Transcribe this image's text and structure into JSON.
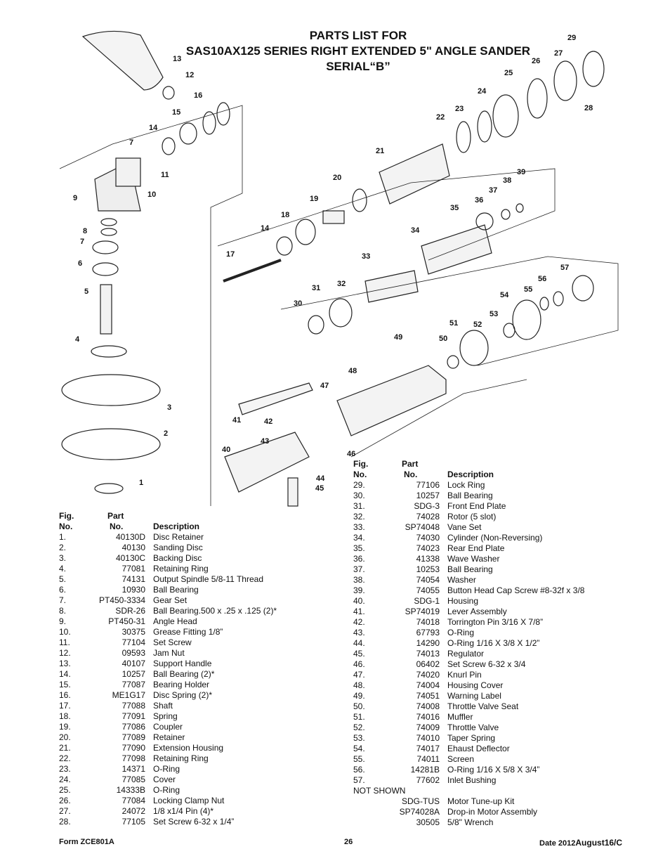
{
  "title": {
    "line1": "PARTS LIST FOR",
    "line2": "SAS10AX125 SERIES RIGHT EXTENDED 5\" ANGLE SANDER",
    "line3": "SERIAL“B”"
  },
  "diagram_callouts": [
    "1",
    "2",
    "3",
    "4",
    "5",
    "6",
    "7",
    "7",
    "8",
    "9",
    "10",
    "11",
    "12",
    "13",
    "14",
    "14",
    "15",
    "16",
    "17",
    "18",
    "19",
    "20",
    "21",
    "22",
    "23",
    "24",
    "25",
    "26",
    "27",
    "28",
    "29",
    "30",
    "31",
    "32",
    "33",
    "34",
    "35",
    "36",
    "37",
    "38",
    "39",
    "40",
    "41",
    "42",
    "43",
    "44",
    "45",
    "46",
    "47",
    "48",
    "49",
    "50",
    "51",
    "52",
    "53",
    "54",
    "55",
    "56",
    "57"
  ],
  "table_headers": {
    "fig_top": "Fig.",
    "fig_bottom": "No.",
    "part_top": "Part",
    "part_bottom": "No.",
    "description": "Description"
  },
  "parts_left": [
    {
      "fig": "1.",
      "part": "40130D",
      "desc": "Disc Retainer"
    },
    {
      "fig": "2.",
      "part": "40130",
      "desc": "Sanding Disc"
    },
    {
      "fig": "3.",
      "part": "40130C",
      "desc": "Backing Disc"
    },
    {
      "fig": "4.",
      "part": "77081",
      "desc": "Retaining Ring"
    },
    {
      "fig": "5.",
      "part": "74131",
      "desc": "Output Spindle 5/8-11 Thread"
    },
    {
      "fig": "6.",
      "part": "10930",
      "desc": "Ball Bearing"
    },
    {
      "fig": "7.",
      "part": "PT450-3334",
      "desc": "Gear Set"
    },
    {
      "fig": "8.",
      "part": "SDR-26",
      "desc": "Ball Bearing.500 x .25 x .125 (2)*"
    },
    {
      "fig": "9.",
      "part": "PT450-31",
      "desc": "Angle Head"
    },
    {
      "fig": "10.",
      "part": "30375",
      "desc": "Grease Fitting 1/8”"
    },
    {
      "fig": "11.",
      "part": "77104",
      "desc": "Set Screw"
    },
    {
      "fig": "12.",
      "part": "09593",
      "desc": "Jam Nut"
    },
    {
      "fig": "13.",
      "part": "40107",
      "desc": "Support Handle"
    },
    {
      "fig": "14.",
      "part": "10257",
      "desc": "Ball Bearing (2)*"
    },
    {
      "fig": "15.",
      "part": "77087",
      "desc": "Bearing Holder"
    },
    {
      "fig": "16.",
      "part": "ME1G17",
      "desc": "Disc Spring (2)*"
    },
    {
      "fig": "17.",
      "part": "77088",
      "desc": "Shaft"
    },
    {
      "fig": "18.",
      "part": "77091",
      "desc": "Spring"
    },
    {
      "fig": "19.",
      "part": "77086",
      "desc": "Coupler"
    },
    {
      "fig": "20.",
      "part": "77089",
      "desc": "Retainer"
    },
    {
      "fig": "21.",
      "part": "77090",
      "desc": "Extension Housing"
    },
    {
      "fig": "22.",
      "part": "77098",
      "desc": "Retaining Ring"
    },
    {
      "fig": "23.",
      "part": "14371",
      "desc": "O-Ring"
    },
    {
      "fig": "24.",
      "part": "77085",
      "desc": "Cover"
    },
    {
      "fig": "25.",
      "part": "14333B",
      "desc": "O-Ring"
    },
    {
      "fig": "26.",
      "part": "77084",
      "desc": "Locking Clamp Nut"
    },
    {
      "fig": "27.",
      "part": "24072",
      "desc": "1/8 x1/4 Pin (4)*"
    },
    {
      "fig": "28.",
      "part": "77105",
      "desc": "Set Screw 6-32 x 1/4”"
    }
  ],
  "parts_right": [
    {
      "fig": "29.",
      "part": "77106",
      "desc": "Lock Ring"
    },
    {
      "fig": "30.",
      "part": "10257",
      "desc": "Ball Bearing"
    },
    {
      "fig": "31.",
      "part": "SDG-3",
      "desc": "Front End Plate"
    },
    {
      "fig": "32.",
      "part": "74028",
      "desc": "Rotor (5 slot)"
    },
    {
      "fig": "33.",
      "part": "SP74048",
      "desc": "Vane Set"
    },
    {
      "fig": "34.",
      "part": "74030",
      "desc": "Cylinder (Non-Reversing)"
    },
    {
      "fig": "35.",
      "part": "74023",
      "desc": "Rear End Plate"
    },
    {
      "fig": "36.",
      "part": "41338",
      "desc": "Wave Washer"
    },
    {
      "fig": "37.",
      "part": "10253",
      "desc": "Ball Bearing"
    },
    {
      "fig": "38.",
      "part": "74054",
      "desc": "Washer"
    },
    {
      "fig": "39.",
      "part": "74055",
      "desc": "Button Head Cap Screw #8-32f x 3/8"
    },
    {
      "fig": "40.",
      "part": "SDG-1",
      "desc": "Housing"
    },
    {
      "fig": "41.",
      "part": "SP74019",
      "desc": "Lever Assembly"
    },
    {
      "fig": "42.",
      "part": "74018",
      "desc": "Torrington Pin 3/16 X 7/8”"
    },
    {
      "fig": "43.",
      "part": "67793",
      "desc": "O-Ring"
    },
    {
      "fig": "44.",
      "part": "14290",
      "desc": "O-Ring 1/16 X 3/8 X 1/2”"
    },
    {
      "fig": "45.",
      "part": "74013",
      "desc": "Regulator"
    },
    {
      "fig": "46.",
      "part": "06402",
      "desc": "Set Screw 6-32 x 3/4"
    },
    {
      "fig": "47.",
      "part": "74020",
      "desc": "Knurl Pin"
    },
    {
      "fig": "48.",
      "part": "74004",
      "desc": "Housing Cover"
    },
    {
      "fig": "49.",
      "part": "74051",
      "desc": "Warning Label"
    },
    {
      "fig": "50.",
      "part": "74008",
      "desc": "Throttle Valve Seat"
    },
    {
      "fig": "51.",
      "part": "74016",
      "desc": "Muffler"
    },
    {
      "fig": "52.",
      "part": "74009",
      "desc": "Throttle Valve"
    },
    {
      "fig": "53.",
      "part": "74010",
      "desc": "Taper Spring"
    },
    {
      "fig": "54.",
      "part": "74017",
      "desc": "Ehaust Deflector"
    },
    {
      "fig": "55.",
      "part": "74011",
      "desc": "Screen"
    },
    {
      "fig": "56.",
      "part": "14281B",
      "desc": "O-Ring 1/16 X 5/8 X 3/4”"
    },
    {
      "fig": "57.",
      "part": "77602",
      "desc": "Inlet  Bushing"
    }
  ],
  "not_shown_label": "NOT SHOWN",
  "not_shown": [
    {
      "part": "SDG-TUS",
      "desc": "Motor Tune-up Kit"
    },
    {
      "part": "SP74028A",
      "desc": "Drop-in Motor Assembly"
    },
    {
      "part": "30505",
      "desc": "5/8\" Wrench"
    }
  ],
  "footer": {
    "form": "Form ZCE801A",
    "page": "26",
    "date_prefix": "Date 2012",
    "date_suffix": "August16/C"
  }
}
